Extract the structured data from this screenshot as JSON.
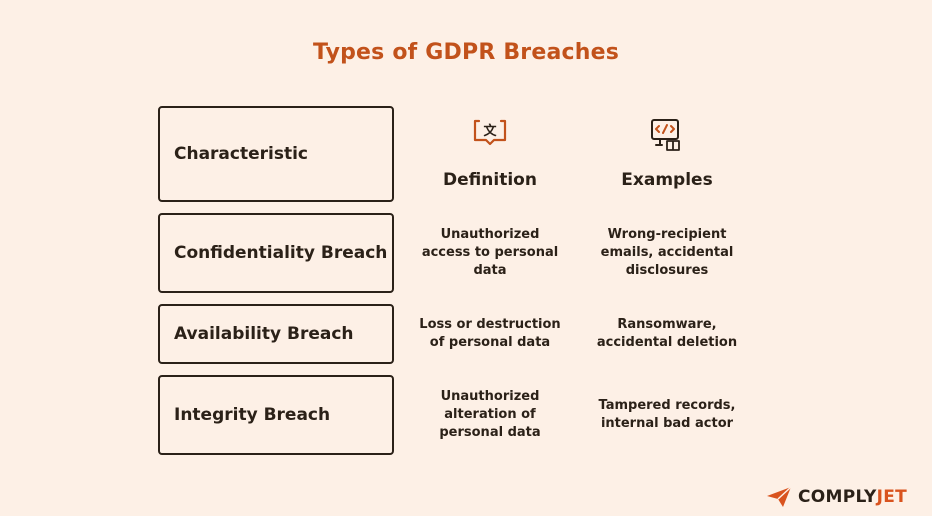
{
  "title": "Types of GDPR Breaches",
  "columns": {
    "characteristic": "Characteristic",
    "definition": "Definition",
    "examples": "Examples",
    "definition_icon": "translate-book-icon",
    "examples_icon": "code-book-icon"
  },
  "rows": [
    {
      "name": "Confidentiality Breach",
      "definition": "Unauthorized access to personal data",
      "examples": "Wrong-recipient emails, accidental disclosures"
    },
    {
      "name": "Availability Breach",
      "definition": "Loss or destruction of personal data",
      "examples": "Ransomware, accidental deletion"
    },
    {
      "name": "Integrity Breach",
      "definition": "Unauthorized alteration of personal data",
      "examples": "Tampered records, internal bad actor"
    }
  ],
  "logo": {
    "part1": "COMPLY",
    "part2": "JET",
    "icon": "paper-plane-icon"
  },
  "colors": {
    "accent": "#c2521b",
    "background": "#fdf0e6",
    "ink": "#2b2118"
  }
}
